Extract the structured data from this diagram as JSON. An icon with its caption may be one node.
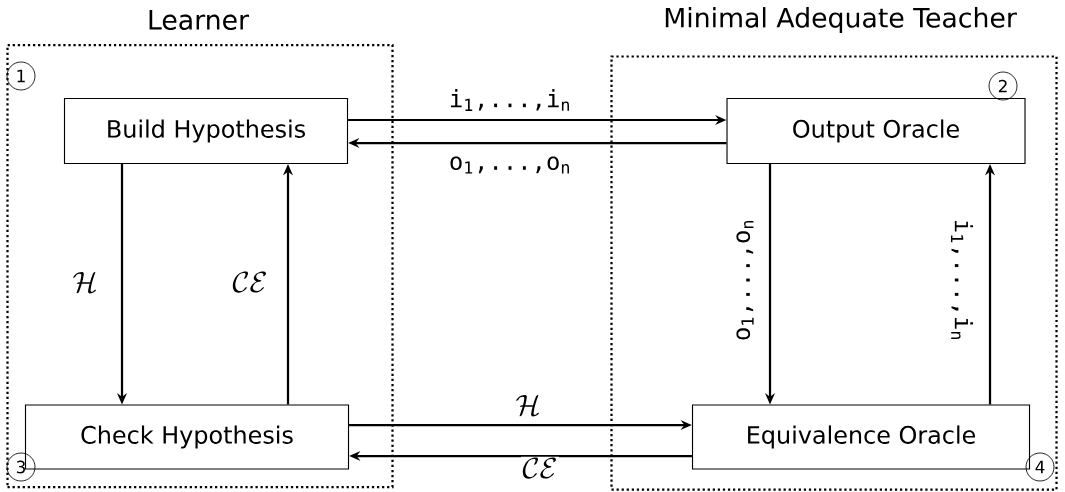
{
  "diagram": {
    "nodes": [
      {
        "text": [
          "Learner"
        ]
      },
      {
        "text": [
          "1"
        ],
        "in": 0
      },
      {
        "text": [
          "Build Hypothesis"
        ],
        "in": 0
      },
      {
        "text": [
          "Check Hypothesis"
        ],
        "in": 0
      },
      {
        "text": [
          "3"
        ],
        "in": 0
      },
      {
        "text": [
          "Minimal Adequate Teacher"
        ]
      },
      {
        "text": [
          "2"
        ],
        "in": 5
      },
      {
        "text": [
          "Output Oracle"
        ],
        "in": 5
      },
      {
        "text": [
          "Equivalence Oracle"
        ],
        "in": 5
      },
      {
        "text": [
          "4"
        ],
        "in": 5
      }
    ],
    "edges": [
      {
        "from": 2,
        "to": 7,
        "arrow": "to",
        "label": "i$_{1}$,...,i$_{n}$"
      },
      {
        "from": 7,
        "to": 2,
        "arrow": "to",
        "label": "o$_{1}$,...,o$_{n}$"
      },
      {
        "from": 2,
        "to": 3,
        "arrow": "to",
        "label": "\\mathcal{H}"
      },
      {
        "from": 3,
        "to": 2,
        "arrow": "to",
        "label": "\\mathcal{CE}"
      },
      {
        "from": 7,
        "to": 8,
        "arrow": "to",
        "label": "o$_{1}$,...,o$_{n}$"
      },
      {
        "from": 8,
        "to": 7,
        "arrow": "to",
        "label": "i$_{1}$,...,i$_{n}$"
      },
      {
        "from": 3,
        "to": 8,
        "arrow": "to",
        "label": "\\mathcal{H}"
      },
      {
        "from": 8,
        "to": 3,
        "arrow": "to",
        "label": "\\mathcal{CE}"
      }
    ]
  }
}
